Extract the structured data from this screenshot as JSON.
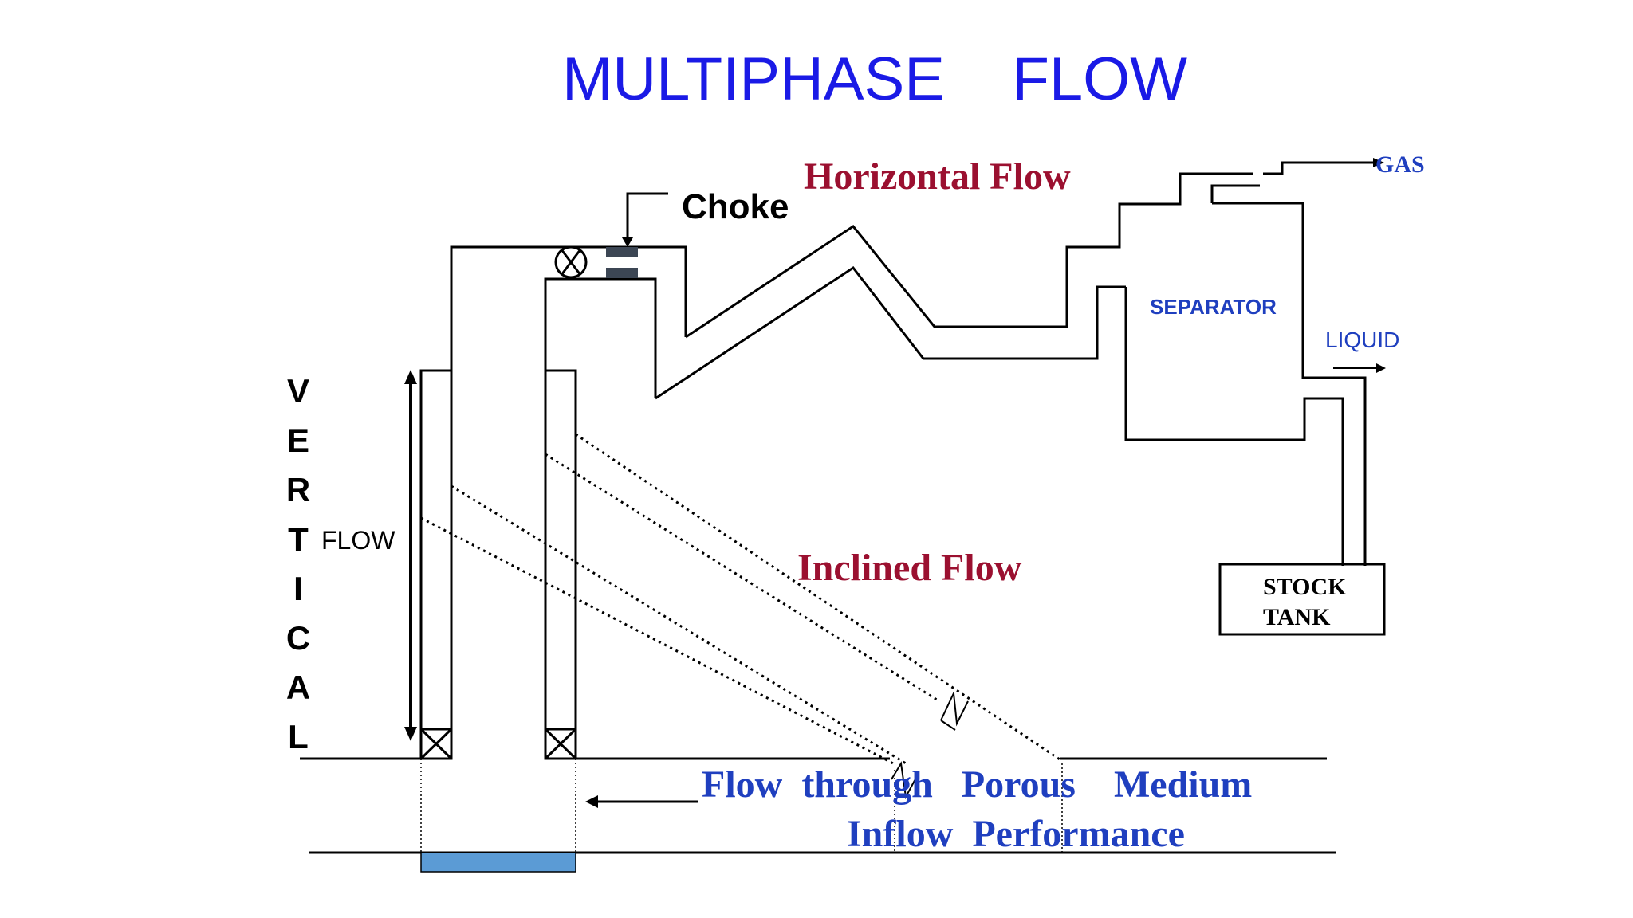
{
  "title": "MULTIPHASE    FLOW",
  "labels": {
    "choke": "Choke",
    "horizontal_flow": "Horizontal Flow",
    "inclined_flow": "Inclined Flow",
    "vertical_letters": [
      "V",
      "E",
      "R",
      "T",
      "I",
      "C",
      "A",
      "L"
    ],
    "flow": "FLOW",
    "separator": "SEPARATOR",
    "gas": "GAS",
    "liquid": "LIQUID",
    "stock_tank_line1": "STOCK",
    "stock_tank_line2": "TANK",
    "porous_line1": "Flow  through   Porous    Medium",
    "porous_line2": "Inflow  Performance"
  },
  "colors": {
    "title": "#1a1ae6",
    "dark_red": "#9b1030",
    "blue_text": "#1f3fbf",
    "line": "#000000",
    "choke_bean": "#3c4654",
    "reservoir_fill": "#5b9bd5"
  }
}
